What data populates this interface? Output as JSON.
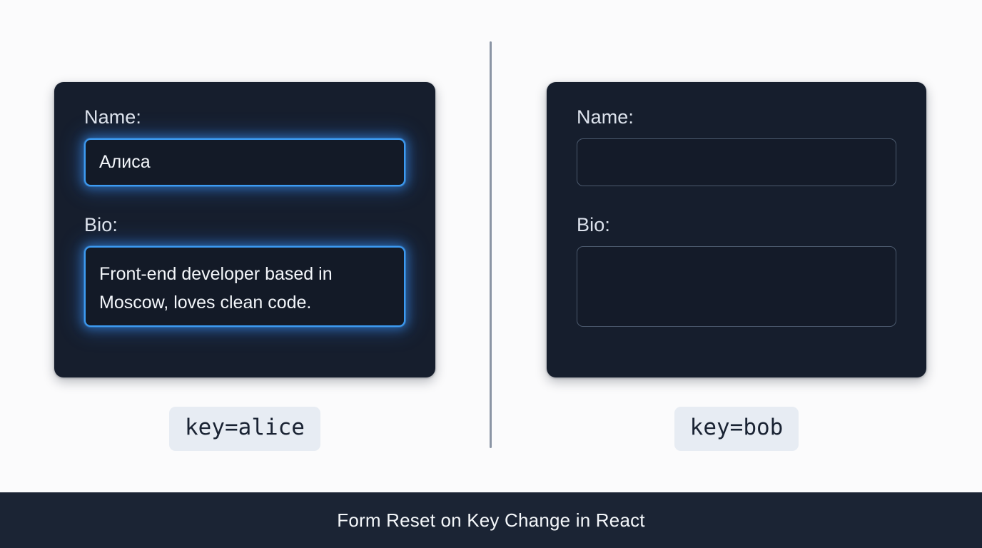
{
  "background_color": "#fbfbfc",
  "accent_color": "#3d9bf2",
  "card_color": "#161e2d",
  "divider": {
    "name": "vertical-divider",
    "color": "#8b95a5"
  },
  "panels": [
    {
      "id": "alice",
      "state": "filled",
      "card": {
        "fields": [
          {
            "name": "name",
            "label": "Name:",
            "type": "input",
            "value": "Алиса",
            "placeholder": "",
            "focused": true
          },
          {
            "name": "bio",
            "label": "Bio:",
            "type": "textarea",
            "value": "Front-end developer based in\nMoscow, loves clean code.",
            "placeholder": "",
            "focused": true
          }
        ]
      },
      "key_badge": "key=alice"
    },
    {
      "id": "bob",
      "state": "empty",
      "card": {
        "fields": [
          {
            "name": "name",
            "label": "Name:",
            "type": "input",
            "value": "",
            "placeholder": "",
            "focused": false
          },
          {
            "name": "bio",
            "label": "Bio:",
            "type": "textarea",
            "value": "",
            "placeholder": "",
            "focused": false
          }
        ]
      },
      "key_badge": "key=bob"
    }
  ],
  "caption": {
    "text": "Form Reset on Key Change in React",
    "background_color": "#1b2434",
    "text_color": "#f4f7fa"
  }
}
